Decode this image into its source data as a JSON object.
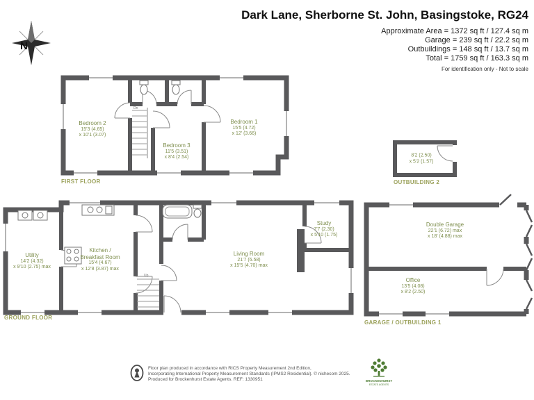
{
  "header": {
    "title": "Dark Lane, Sherborne St. John, Basingstoke, RG24",
    "area_lines": [
      "Approximate Area = 1372 sq ft / 127.4 sq m",
      "Garage = 239 sq ft / 22.2 sq m",
      "Outbuildings = 148 sq ft / 13.7 sq m",
      "Total = 1759 sq ft / 163.3 sq m"
    ],
    "disclaimer": "For identification only - Not to scale"
  },
  "compass": {
    "north_label": "N"
  },
  "first_floor": {
    "floor_label": "FIRST FLOOR",
    "stairs_label": "Dn",
    "bedroom2": {
      "name": "Bedroom 2",
      "dims": "15'3 (4.65)\nx 10'1 (3.07)"
    },
    "bedroom3": {
      "name": "Bedroom 3",
      "dims": "11'5 (3.51)\nx 8'4 (2.54)"
    },
    "bedroom1": {
      "name": "Bedroom 1",
      "dims": "15'5 (4.72)\nx 12' (3.66)"
    }
  },
  "outbuilding2": {
    "floor_label": "OUTBUILDING 2",
    "dims": "8'2 (2.50)\nx 5'2 (1.57)"
  },
  "ground_floor": {
    "floor_label": "GROUND FLOOR",
    "stairs_label": "Up",
    "utility": {
      "name": "Utility",
      "dims": "14'2 (4.32)\nx 9'10 (2.75) max"
    },
    "kitchen": {
      "name": "Kitchen /\nBreakfast Room",
      "dims": "15'4 (4.67)\nx 12'8 (3.87) max"
    },
    "living": {
      "name": "Living Room",
      "dims": "21'7 (6.58)\nx 15'5 (4.70) max"
    },
    "study": {
      "name": "Study",
      "dims": "7'7 (2.30)\nx 5'10 (1.75)"
    }
  },
  "garage": {
    "floor_label": "GARAGE / OUTBUILDING 1",
    "double_garage": {
      "name": "Double Garage",
      "dims": "22'1 (6.72) max\nx 18' (4.88) max"
    },
    "office": {
      "name": "Office",
      "dims": "13'5 (4.08)\nx 8'2 (2.50)"
    }
  },
  "footer": {
    "line1": "Floor plan produced in accordance with RICS Property Measurement 2nd Edition,",
    "line2": "Incorporating International Property Measurement Standards (IPMS2 Residential).  © nichecom 2025.",
    "line3": "Produced for Brockenhurst Estate Agents.  REF: 1330951",
    "brand_line1": "BROCKENHURST",
    "brand_line2": "ESTATE AGENTS"
  },
  "colors": {
    "wall": "#59595b",
    "room_text": "#7e8e4d",
    "floor_label_text": "#9ca25c",
    "brand_green": "#4e7c33"
  }
}
